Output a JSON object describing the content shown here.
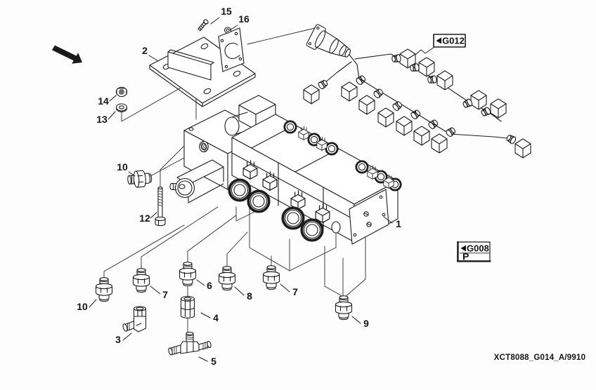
{
  "figure": {
    "code": "XCT8088_G014_A/9910"
  },
  "ref_boxes": {
    "g012": {
      "pointer": "left-triangle",
      "label": "G012"
    },
    "g008": {
      "pointer": "left-triangle",
      "label": "G008",
      "sub_label": "P"
    }
  },
  "callouts": {
    "c1": "1",
    "c2": "2",
    "c3": "3",
    "c4": "4",
    "c5": "5",
    "c6": "6",
    "c7a": "7",
    "c7b": "7",
    "c8": "8",
    "c9": "9",
    "c10a": "10",
    "c10b": "10",
    "c12": "12",
    "c13": "13",
    "c14": "14",
    "c15": "15",
    "c16": "16"
  },
  "colors": {
    "line": "#1c1c1c",
    "background": "#fdfdfd",
    "label_text": "#141414"
  }
}
